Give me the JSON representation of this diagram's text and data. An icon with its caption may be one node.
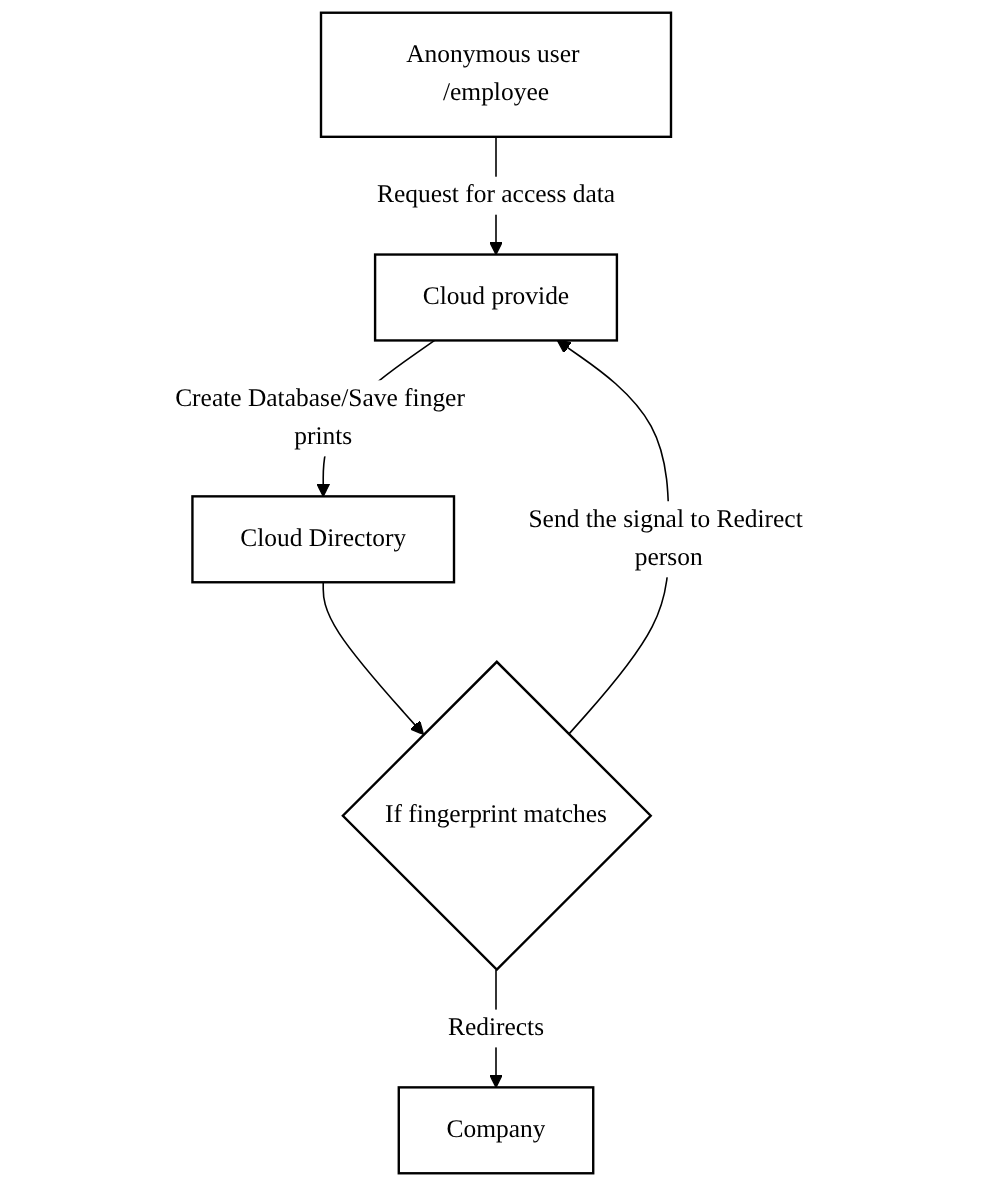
{
  "diagram": {
    "nodes": [
      {
        "text": [
          "Cloud provide"
        ]
      },
      {
        "text": [
          "Anonymous user /employee"
        ]
      },
      {
        "text": [
          "Cloud Directory"
        ]
      },
      {
        "text": [
          "If fingerprint matches"
        ]
      },
      {
        "text": [
          "Company"
        ]
      }
    ],
    "edges": [
      {
        "from": 1,
        "to": 0,
        "arrow": "to",
        "label": "Request for access data"
      },
      {
        "from": 0,
        "to": 2,
        "arrow": "to",
        "label": "Create Database/Save finger prints"
      },
      {
        "from": 2,
        "to": 3,
        "arrow": "to"
      },
      {
        "from": 3,
        "to": 0,
        "arrow": "to",
        "label": "Send the signal to Redirect person"
      },
      {
        "from": 3,
        "to": 4,
        "arrow": "to",
        "label": "Redirects"
      }
    ]
  }
}
